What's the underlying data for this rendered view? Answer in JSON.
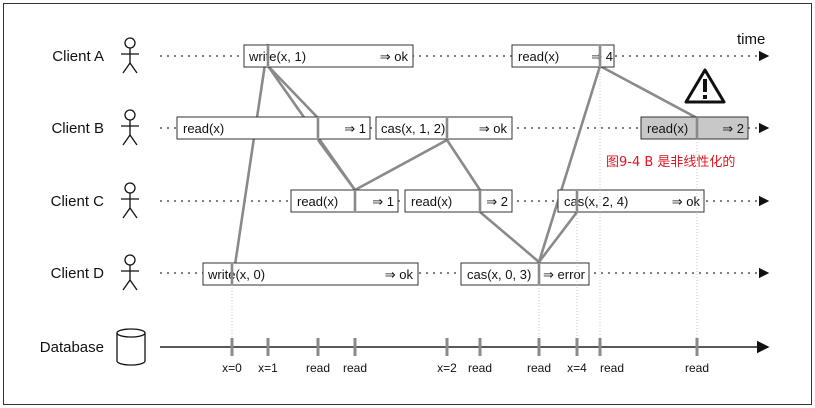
{
  "axis_label": "time",
  "note": "图9-4 B 是非线性化的",
  "colors": {
    "note": "#e0141e",
    "line": "#8a8a8a",
    "box_highlight": "#c8c8c8",
    "border": "#333333"
  },
  "clients": [
    {
      "label": "Client A",
      "icon": "person-icon"
    },
    {
      "label": "Client B",
      "icon": "person-icon"
    },
    {
      "label": "Client C",
      "icon": "person-icon"
    },
    {
      "label": "Client D",
      "icon": "person-icon"
    }
  ],
  "database": {
    "label": "Database",
    "icon": "database-cylinder-icon"
  },
  "operations": [
    {
      "client": "Client A",
      "request": "write(x, 1)",
      "response": "⇒ ok"
    },
    {
      "client": "Client A",
      "request": "read(x)",
      "response": "⇒ 4"
    },
    {
      "client": "Client B",
      "request": "read(x)",
      "response": "⇒ 1"
    },
    {
      "client": "Client B",
      "request": "cas(x, 1, 2)",
      "response": "⇒ ok"
    },
    {
      "client": "Client B",
      "request": "read(x)",
      "response": "⇒ 2",
      "highlighted": true
    },
    {
      "client": "Client C",
      "request": "read(x)",
      "response": "⇒ 1"
    },
    {
      "client": "Client C",
      "request": "read(x)",
      "response": "⇒ 2"
    },
    {
      "client": "Client C",
      "request": "cas(x, 2, 4)",
      "response": "⇒ ok"
    },
    {
      "client": "Client D",
      "request": "write(x, 0)",
      "response": "⇒ ok"
    },
    {
      "client": "Client D",
      "request": "cas(x, 0, 3)",
      "response": "⇒ error"
    }
  ],
  "db_events": [
    "x=0",
    "x=1",
    "read",
    "read",
    "x=2",
    "read",
    "read",
    "x=4",
    "read",
    "read"
  ],
  "warning_icon": "warning-triangle-icon"
}
